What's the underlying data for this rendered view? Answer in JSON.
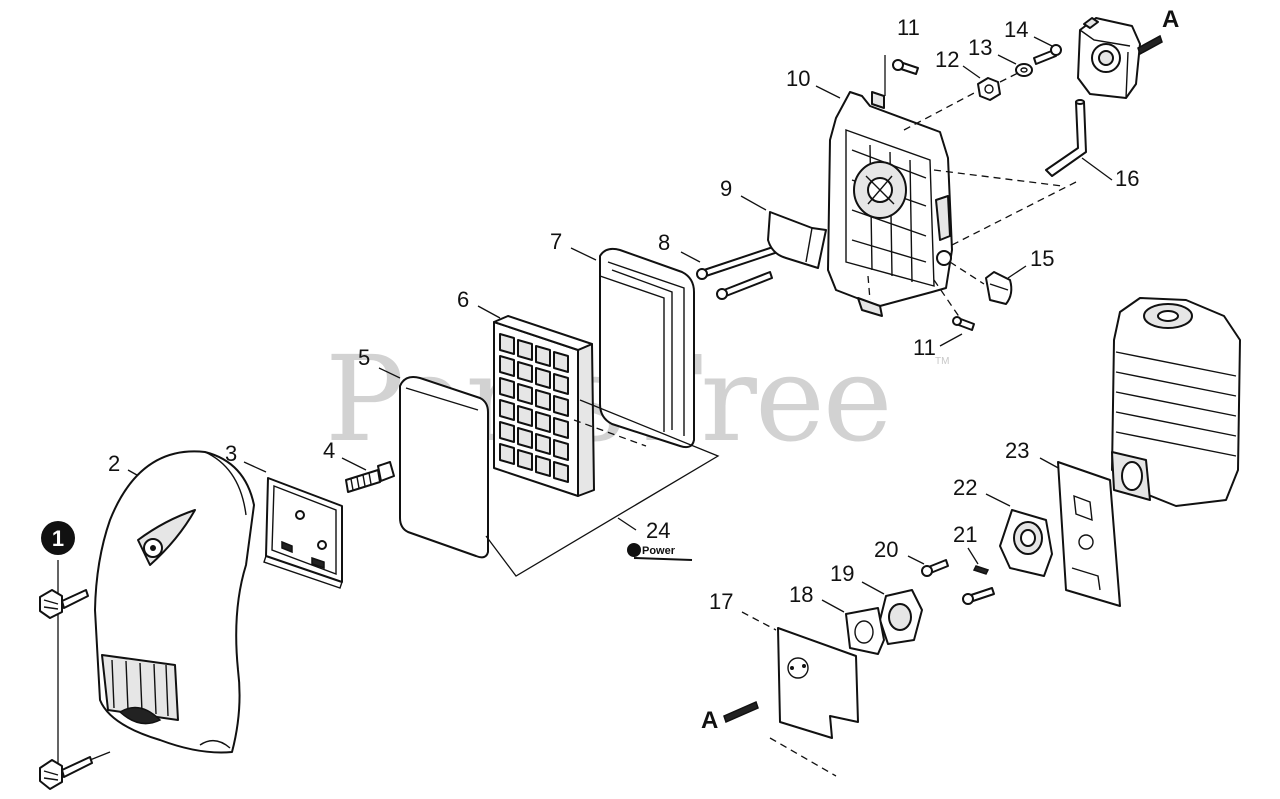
{
  "watermark": {
    "text": "PartsTree",
    "trademark": "TM"
  },
  "callouts": {
    "c1": "1",
    "c2": "2",
    "c3": "3",
    "c4": "4",
    "c5": "5",
    "c6": "6",
    "c7": "7",
    "c8": "8",
    "c9": "9",
    "c10": "10",
    "c11_top": "11",
    "c11_bottom": "11",
    "c12": "12",
    "c13": "13",
    "c14": "14",
    "c15": "15",
    "c16": "16",
    "c17": "17",
    "c18": "18",
    "c19": "19",
    "c20": "20",
    "c21": "21",
    "c22": "22",
    "c23": "23",
    "c24": "24"
  },
  "connection_marks": {
    "top_right": "A",
    "bottom": "A"
  },
  "badge_text": "Power",
  "colors": {
    "line": "#111111",
    "watermark": "#d2d2d2",
    "part_fill": "#ffffff",
    "shade": "#e6e6e6"
  }
}
